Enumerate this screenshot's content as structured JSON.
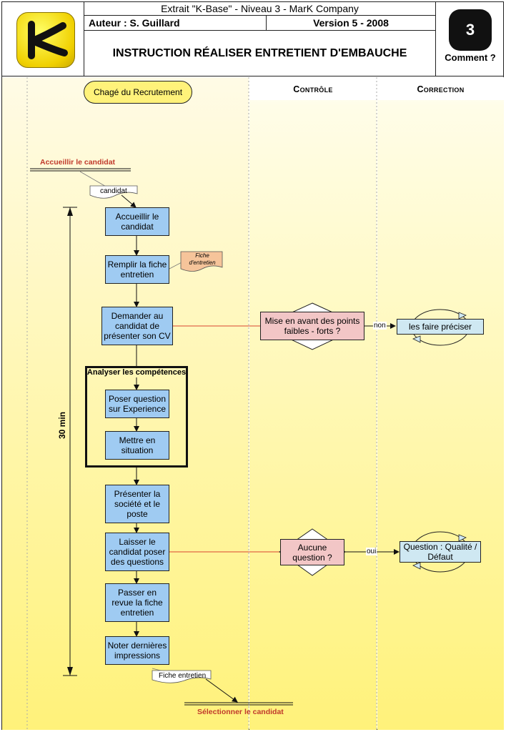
{
  "header": {
    "extract_line": "Extrait \"K-Base\" - Niveau 3 - MarK Company",
    "author": "Auteur :  S. Guillard",
    "version": "Version 5 - 2008",
    "title": "INSTRUCTION RÉALISER ENTRETIENT D'EMBAUCHE",
    "level_badge": "3",
    "comment": "Comment ?",
    "logo_letter": "K"
  },
  "lanes": {
    "actor": "Chagé du Recrutement",
    "control": "Contrôle",
    "correction": "Correction"
  },
  "flow": {
    "start_event": "Accueillir le candidat",
    "input_doc": "candidat",
    "steps": [
      "Accueillir le candidat",
      "Remplir la fiche entretien",
      "Demander  au candidat de présenter son CV",
      "Poser question sur Experience",
      "Mettre en situation",
      "Présenter la société et  le poste",
      "Laisser le candidat poser des questions",
      "Passer en revue la fiche entretien",
      "Noter dernières impressions"
    ],
    "group_label": "Analyser  les compétences",
    "fiche_doc": "Fiche d'entretien",
    "output_doc": "Fiche entretien",
    "end_event": "Sélectionner le candidat",
    "duration": "30 min"
  },
  "controls": [
    {
      "check": "Mise en avant des points faibles - forts ?",
      "answer": "non",
      "correction": "les faire préciser"
    },
    {
      "check": "Aucune question ?",
      "answer": "oui",
      "correction": "Question : Qualité / Défaut"
    }
  ],
  "colors": {
    "step_blue": "#9fcbf2",
    "control_pink": "#f2c6c6",
    "correction_cyan": "#cfe8f2",
    "yellow": "#fff27a",
    "red_text": "#c0392b"
  }
}
